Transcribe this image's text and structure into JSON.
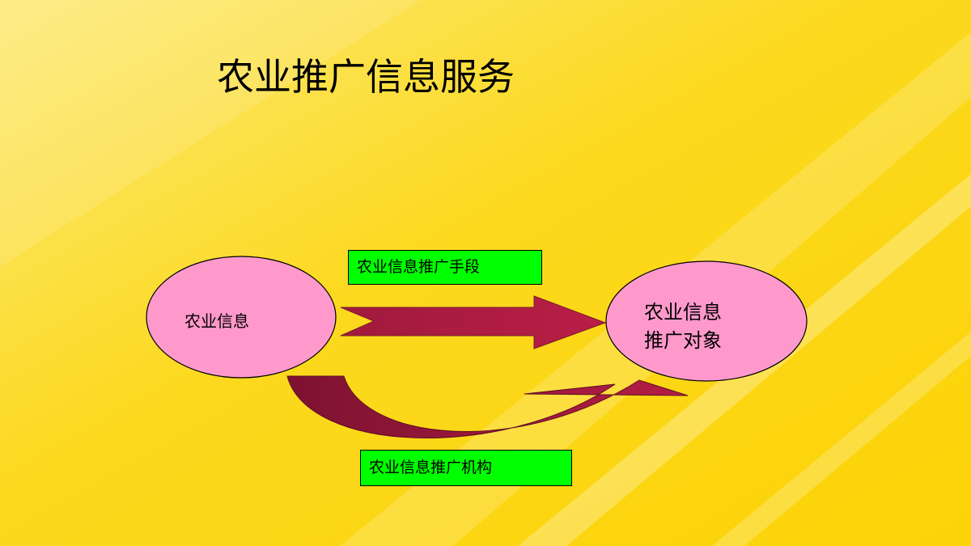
{
  "slide": {
    "title": "农业推广信息服务",
    "colors": {
      "background_light": "#fde874",
      "background_main": "#fcd20c",
      "ellipse_fill": "#ff99cc",
      "arrow_fill": "#b51d45",
      "arrow_dark": "#8c1530",
      "label_fill": "#00ff00"
    }
  },
  "diagram": {
    "source_node": {
      "text": "农业信息"
    },
    "target_node": {
      "line1": "农业信息",
      "line2": "推广对象"
    },
    "means_label": "农业信息推广手段",
    "org_label": "农业信息推广机构"
  }
}
